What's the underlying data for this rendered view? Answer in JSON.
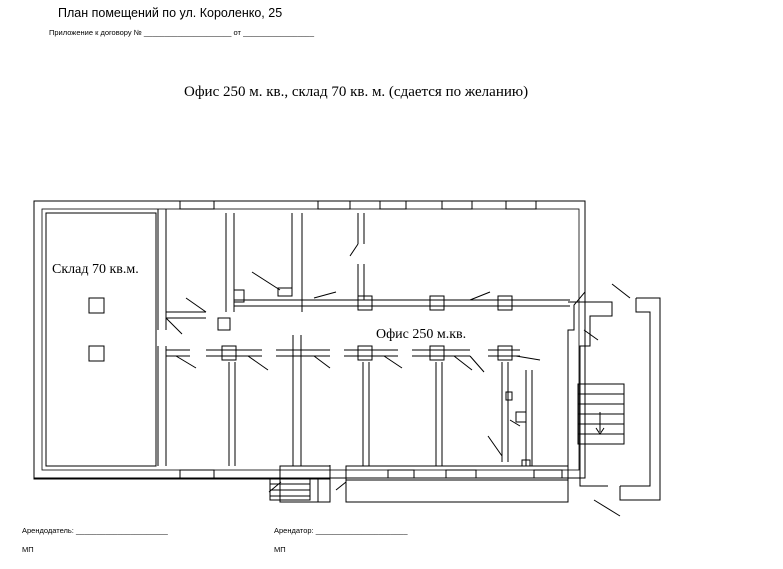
{
  "document": {
    "title": "План помещений по ул. Короленко, 25",
    "appendix_label": "Приложение к договору №",
    "appendix_from": "от",
    "subtitle": "Офис 250 м. кв., склад 70 кв. м. (сдается по желанию)"
  },
  "plan": {
    "warehouse_label": "Склад 70 кв.м.",
    "office_label": "Офис 250 м.кв."
  },
  "signatures": {
    "landlord_label": "Арендодатель:",
    "tenant_label": "Арендатор:",
    "stamp_left": "МП",
    "stamp_right": "МП"
  }
}
